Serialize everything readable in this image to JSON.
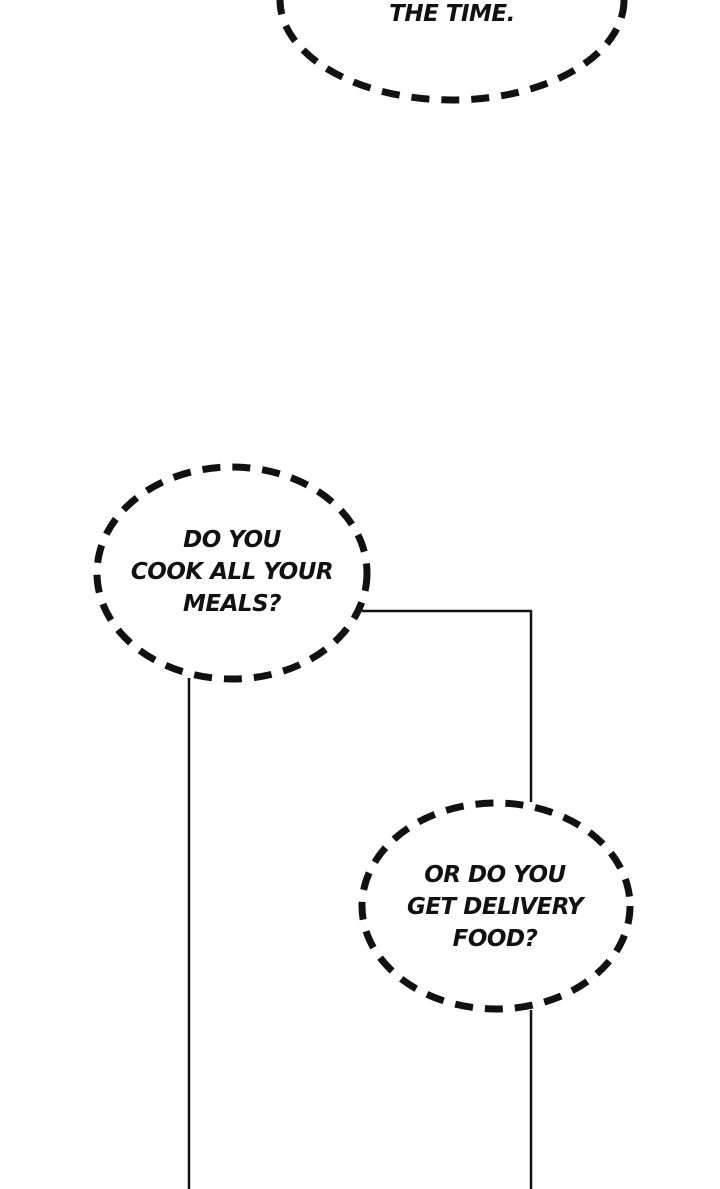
{
  "colors": {
    "background": "#ffffff",
    "ink": "#111111"
  },
  "bubbles": [
    {
      "lines": [
        "THE TIME."
      ]
    },
    {
      "lines": [
        "DO YOU",
        "COOK ALL YOUR",
        "MEALS?"
      ]
    },
    {
      "lines": [
        "OR DO YOU",
        "GET DELIVERY",
        "FOOD?"
      ]
    }
  ]
}
